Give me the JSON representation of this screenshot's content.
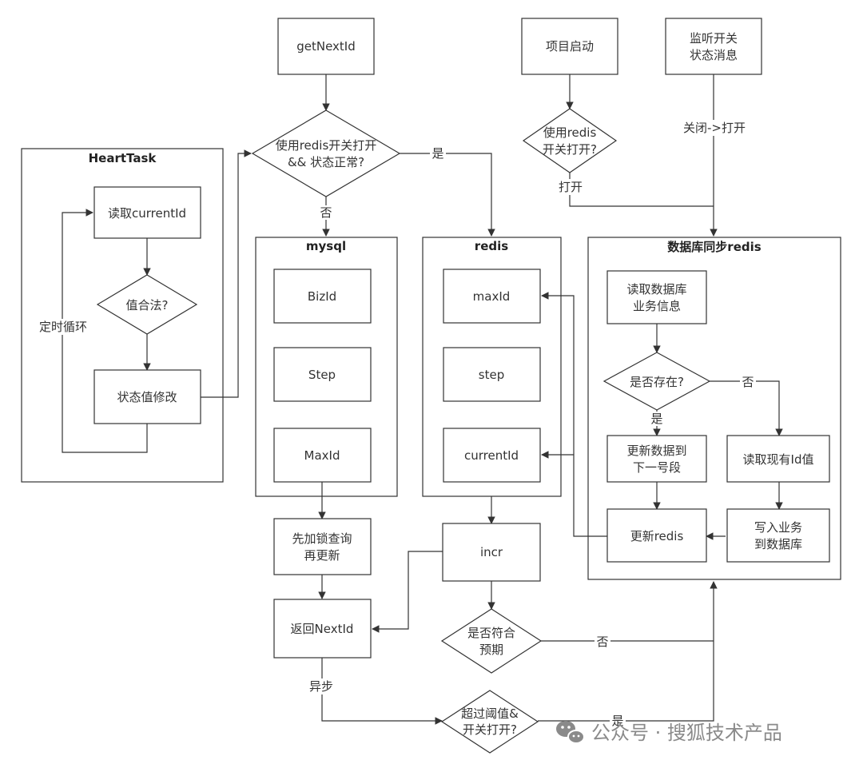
{
  "nodes": {
    "get_next_id": "getNextId",
    "project_start": "项目启动",
    "listen_switch": [
      "监听开关",
      "状态消息"
    ],
    "use_redis_check": [
      "使用redis开关打开",
      "&& 状态正常?"
    ],
    "use_redis_switch_open": [
      "使用redis",
      "开关打开?"
    ],
    "read_current_id": "读取currentId",
    "value_valid": "值合法?",
    "status_modify": "状态值修改",
    "mysql_biz_id": "BizId",
    "mysql_step": "Step",
    "mysql_max_id": "MaxId",
    "redis_max_id": "maxId",
    "redis_step": "step",
    "redis_current_id": "currentId",
    "read_db_info": [
      "读取数据库",
      "业务信息"
    ],
    "exists_check": "是否存在?",
    "update_next_segment": [
      "更新数据到",
      "下一号段"
    ],
    "read_existing_id": "读取现有Id值",
    "update_redis": "更新redis",
    "write_biz_db": [
      "写入业务",
      "到数据库"
    ],
    "lock_query_update": [
      "先加锁查询",
      "再更新"
    ],
    "incr": "incr",
    "return_next_id": "返回NextId",
    "meets_expectation": [
      "是否符合",
      "预期"
    ],
    "threshold_check": [
      "超过阈值&",
      "开关打开?"
    ]
  },
  "containers": {
    "heart_task": "HeartTask",
    "mysql": "mysql",
    "redis": "redis",
    "db_sync_redis": "数据库同步redis"
  },
  "edge_labels": {
    "yes_to_redis": "是",
    "no_to_mysql": "否",
    "timed_loop": "定时循环",
    "close_to_open": "关闭->打开",
    "open": "打开",
    "exists_no": "否",
    "exists_yes": "是",
    "expectation_no": "否",
    "async": "异步",
    "threshold_yes": "是"
  },
  "watermark": "公众号 · 搜狐技术产品",
  "colors": {
    "stroke": "#333333",
    "text": "#333333",
    "watermark": "#8a8a8a",
    "background": "#ffffff"
  }
}
